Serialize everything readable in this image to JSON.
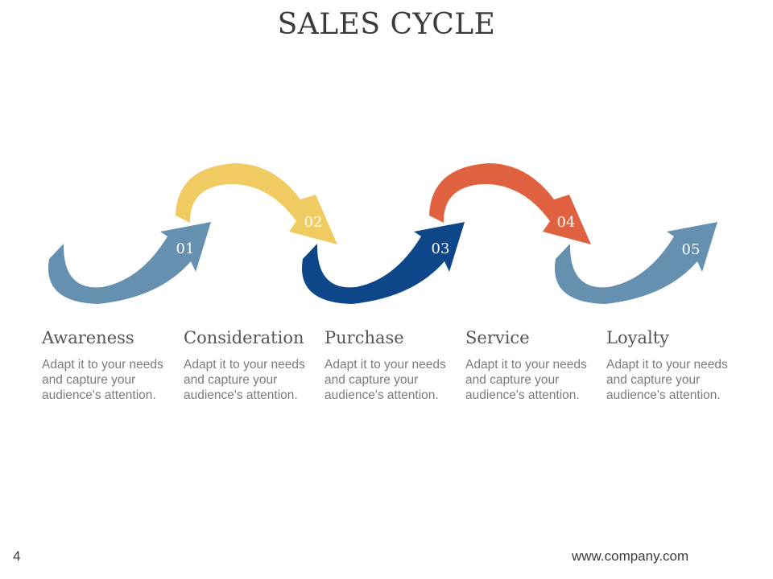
{
  "slide": {
    "title": "SALES CYCLE",
    "page_number": "4",
    "footer_url": "www.company.com"
  },
  "colors": {
    "steel_blue": "#6690b0",
    "yellow": "#f0cb62",
    "navy": "#0d4689",
    "orange": "#e0613f"
  },
  "steps": [
    {
      "number": "01",
      "title": "Awareness",
      "description": "Adapt it to your needs and capture your audience's attention.",
      "color": "#6690b0"
    },
    {
      "number": "02",
      "title": "Consideration",
      "description": "Adapt it to your needs and capture your audience's attention.",
      "color": "#f0cb62"
    },
    {
      "number": "03",
      "title": "Purchase",
      "description": "Adapt it to your needs and capture your audience's attention.",
      "color": "#0d4689"
    },
    {
      "number": "04",
      "title": "Service",
      "description": "Adapt it to your needs and capture your audience's attention.",
      "color": "#e0613f"
    },
    {
      "number": "05",
      "title": "Loyalty",
      "description": "Adapt it to your needs and capture your audience's attention.",
      "color": "#6690b0"
    }
  ]
}
